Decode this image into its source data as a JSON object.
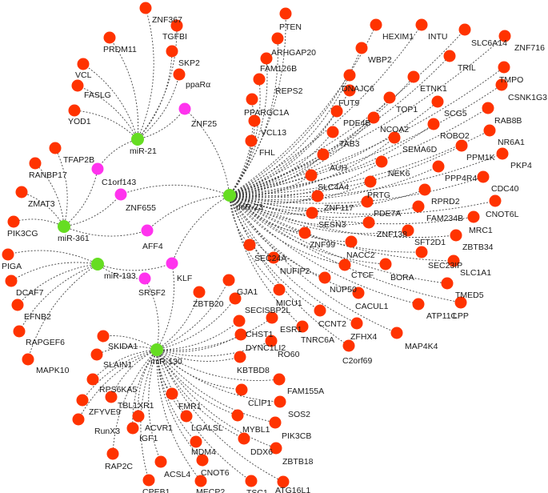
{
  "colors": {
    "mirna": "#66dd22",
    "target": "#ff3300",
    "shared": "#ff33ee",
    "edge": "#444444"
  },
  "mirnas": [
    {
      "id": "m21",
      "label": "miR-21"
    },
    {
      "id": "m23",
      "label": "miR-23"
    },
    {
      "id": "m361",
      "label": "miR-361"
    },
    {
      "id": "m193",
      "label": "miR-193"
    },
    {
      "id": "m130",
      "label": "miR-130"
    }
  ],
  "nodes": [
    {
      "label": "ZNF367",
      "type": "target",
      "mir": [
        "m21"
      ]
    },
    {
      "label": "TGFBI",
      "type": "target",
      "mir": [
        "m21"
      ]
    },
    {
      "label": "PRDM11",
      "type": "target",
      "mir": [
        "m21"
      ]
    },
    {
      "label": "SKP2",
      "type": "target",
      "mir": [
        "m21"
      ]
    },
    {
      "label": "VCL",
      "type": "target",
      "mir": [
        "m21"
      ]
    },
    {
      "label": "ppaRα",
      "type": "target",
      "mir": [
        "m21"
      ]
    },
    {
      "label": "FASLG",
      "type": "target",
      "mir": [
        "m21"
      ]
    },
    {
      "label": "YOD1",
      "type": "target",
      "mir": [
        "m21"
      ]
    },
    {
      "label": "ZNF25",
      "type": "shared",
      "mir": [
        "m21",
        "m23"
      ]
    },
    {
      "label": "TFAP2B",
      "type": "target",
      "mir": [
        "m361"
      ]
    },
    {
      "label": "RANBP17",
      "type": "target",
      "mir": [
        "m361"
      ]
    },
    {
      "label": "C1orf143",
      "type": "shared",
      "mir": [
        "m361",
        "m21"
      ]
    },
    {
      "label": "ZMAT3",
      "type": "target",
      "mir": [
        "m361"
      ]
    },
    {
      "label": "ZNF655",
      "type": "shared",
      "mir": [
        "m361",
        "m23"
      ]
    },
    {
      "label": "PIK3CG",
      "type": "target",
      "mir": [
        "m361"
      ]
    },
    {
      "label": "AFF4",
      "type": "shared",
      "mir": [
        "m361",
        "m23"
      ]
    },
    {
      "label": "PIGA",
      "type": "target",
      "mir": [
        "m193"
      ]
    },
    {
      "label": "KLF",
      "type": "shared",
      "mir": [
        "m193",
        "m23",
        "m130"
      ]
    },
    {
      "label": "DCAF7",
      "type": "target",
      "mir": [
        "m193"
      ]
    },
    {
      "label": "SRSF2",
      "type": "shared",
      "mir": [
        "m193",
        "m130"
      ]
    },
    {
      "label": "EFNB2",
      "type": "target",
      "mir": [
        "m193"
      ]
    },
    {
      "label": "RAPGEF6",
      "type": "target",
      "mir": [
        "m193"
      ]
    },
    {
      "label": "MAPK10",
      "type": "target",
      "mir": [
        "m193"
      ]
    },
    {
      "label": "PTEN",
      "type": "target",
      "mir": [
        "m23"
      ]
    },
    {
      "label": "ARHGAP20",
      "type": "target",
      "mir": [
        "m23"
      ]
    },
    {
      "label": "FAM126B",
      "type": "target",
      "mir": [
        "m23"
      ]
    },
    {
      "label": "HEXIM1",
      "type": "target",
      "mir": [
        "m23"
      ]
    },
    {
      "label": "INTU",
      "type": "target",
      "mir": [
        "m23"
      ]
    },
    {
      "label": "SLC6A14",
      "type": "target",
      "mir": [
        "m23"
      ]
    },
    {
      "label": "ZNF716",
      "type": "target",
      "mir": [
        "m23"
      ]
    },
    {
      "label": "WBP2",
      "type": "target",
      "mir": [
        "m23"
      ]
    },
    {
      "label": "TRIL",
      "type": "target",
      "mir": [
        "m23"
      ]
    },
    {
      "label": "TMPO",
      "type": "target",
      "mir": [
        "m23"
      ]
    },
    {
      "label": "REPS2",
      "type": "target",
      "mir": [
        "m23"
      ]
    },
    {
      "label": "ETNK1",
      "type": "target",
      "mir": [
        "m23"
      ]
    },
    {
      "label": "DNAJC6",
      "type": "target",
      "mir": [
        "m23"
      ]
    },
    {
      "label": "CSNK1G3",
      "type": "target",
      "mir": [
        "m23"
      ]
    },
    {
      "label": "PPARGC1A",
      "type": "target",
      "mir": [
        "m23"
      ]
    },
    {
      "label": "TOP1",
      "type": "target",
      "mir": [
        "m23"
      ]
    },
    {
      "label": "SCG5",
      "type": "target",
      "mir": [
        "m23"
      ]
    },
    {
      "label": "RAB8B",
      "type": "target",
      "mir": [
        "m23"
      ]
    },
    {
      "label": "FUT9",
      "type": "target",
      "mir": [
        "m23"
      ]
    },
    {
      "label": "NCOA2",
      "type": "target",
      "mir": [
        "m23"
      ]
    },
    {
      "label": "ROBO2",
      "type": "target",
      "mir": [
        "m23"
      ]
    },
    {
      "label": "VCL13",
      "type": "target",
      "mir": [
        "m23"
      ]
    },
    {
      "label": "PDE4B",
      "type": "target",
      "mir": [
        "m23"
      ]
    },
    {
      "label": "NR6A1",
      "type": "target",
      "mir": [
        "m23"
      ]
    },
    {
      "label": "SEMA6D",
      "type": "target",
      "mir": [
        "m23"
      ]
    },
    {
      "label": "PPM1K",
      "type": "target",
      "mir": [
        "m23"
      ]
    },
    {
      "label": "FHL",
      "type": "target",
      "mir": [
        "m23"
      ]
    },
    {
      "label": "TAB3",
      "type": "target",
      "mir": [
        "m23"
      ]
    },
    {
      "label": "PKP4",
      "type": "target",
      "mir": [
        "m23"
      ]
    },
    {
      "label": "NEK6",
      "type": "target",
      "mir": [
        "m23"
      ]
    },
    {
      "label": "PPP4R4",
      "type": "target",
      "mir": [
        "m23"
      ]
    },
    {
      "label": "AUH",
      "type": "target",
      "mir": [
        "m23"
      ]
    },
    {
      "label": "CDC40",
      "type": "target",
      "mir": [
        "m23"
      ]
    },
    {
      "label": "PRTG",
      "type": "target",
      "mir": [
        "m23"
      ]
    },
    {
      "label": "RPRD2",
      "type": "target",
      "mir": [
        "m23"
      ]
    },
    {
      "label": "SLC4A4",
      "type": "target",
      "mir": [
        "m23"
      ]
    },
    {
      "label": "CNOT6L",
      "type": "target",
      "mir": [
        "m23"
      ]
    },
    {
      "label": "FAM234B",
      "type": "target",
      "mir": [
        "m23"
      ]
    },
    {
      "label": "ZNF117",
      "type": "target",
      "mir": [
        "m23"
      ]
    },
    {
      "label": "PDE7A",
      "type": "target",
      "mir": [
        "m23"
      ]
    },
    {
      "label": "MRC1",
      "type": "target",
      "mir": [
        "m23"
      ]
    },
    {
      "label": "ZNF138",
      "type": "target",
      "mir": [
        "m23"
      ]
    },
    {
      "label": "SFT2D1",
      "type": "target",
      "mir": [
        "m23"
      ]
    },
    {
      "label": "ZBTB34",
      "type": "target",
      "mir": [
        "m23"
      ]
    },
    {
      "label": "SESN3",
      "type": "target",
      "mir": [
        "m23"
      ]
    },
    {
      "label": "NACC2",
      "type": "target",
      "mir": [
        "m23"
      ]
    },
    {
      "label": "SEC23IP",
      "type": "target",
      "mir": [
        "m23"
      ]
    },
    {
      "label": "SLC1A1",
      "type": "target",
      "mir": [
        "m23"
      ]
    },
    {
      "label": "ZNF99",
      "type": "target",
      "mir": [
        "m23"
      ]
    },
    {
      "label": "BORA",
      "type": "target",
      "mir": [
        "m23"
      ]
    },
    {
      "label": "TMED5",
      "type": "target",
      "mir": [
        "m23"
      ]
    },
    {
      "label": "SEC24A",
      "type": "target",
      "mir": [
        "m23"
      ]
    },
    {
      "label": "CTCF",
      "type": "target",
      "mir": [
        "m23"
      ]
    },
    {
      "label": "LPP",
      "type": "target",
      "mir": [
        "m23"
      ]
    },
    {
      "label": "NUFIP2",
      "type": "target",
      "mir": [
        "m23"
      ]
    },
    {
      "label": "NUP50",
      "type": "target",
      "mir": [
        "m23"
      ]
    },
    {
      "label": "CACUL1",
      "type": "target",
      "mir": [
        "m23"
      ]
    },
    {
      "label": "ATP11C",
      "type": "target",
      "mir": [
        "m23"
      ]
    },
    {
      "label": "MICU1",
      "type": "target",
      "mir": [
        "m23"
      ]
    },
    {
      "label": "CCNT2",
      "type": "target",
      "mir": [
        "m23"
      ]
    },
    {
      "label": "ZFHX4",
      "type": "target",
      "mir": [
        "m23"
      ]
    },
    {
      "label": "MAP4K4",
      "type": "target",
      "mir": [
        "m23"
      ]
    },
    {
      "label": "TNRC6A",
      "type": "target",
      "mir": [
        "m23"
      ]
    },
    {
      "label": "C2orf69",
      "type": "target",
      "mir": [
        "m23"
      ]
    },
    {
      "label": "GJA1",
      "type": "target",
      "mir": [
        "m130"
      ]
    },
    {
      "label": "ZBTB20",
      "type": "target",
      "mir": [
        "m130"
      ]
    },
    {
      "label": "SECISBP2L",
      "type": "target",
      "mir": [
        "m130"
      ]
    },
    {
      "label": "SKIDA1",
      "type": "target",
      "mir": [
        "m130"
      ]
    },
    {
      "label": "CHST1",
      "type": "target",
      "mir": [
        "m130"
      ]
    },
    {
      "label": "ESR1",
      "type": "target",
      "mir": [
        "m130"
      ]
    },
    {
      "label": "SLAIN1",
      "type": "target",
      "mir": [
        "m130"
      ]
    },
    {
      "label": "DYNC1LI2",
      "type": "target",
      "mir": [
        "m130"
      ]
    },
    {
      "label": "RO60",
      "type": "target",
      "mir": [
        "m130"
      ]
    },
    {
      "label": "RPS6KA5",
      "type": "target",
      "mir": [
        "m130"
      ]
    },
    {
      "label": "KBTBD8",
      "type": "target",
      "mir": [
        "m130"
      ]
    },
    {
      "label": "ZFYVE9",
      "type": "target",
      "mir": [
        "m130"
      ]
    },
    {
      "label": "TBL1XR1",
      "type": "target",
      "mir": [
        "m130"
      ]
    },
    {
      "label": "FMR1",
      "type": "target",
      "mir": [
        "m130"
      ]
    },
    {
      "label": "FAM155A",
      "type": "target",
      "mir": [
        "m130"
      ]
    },
    {
      "label": "ACVR1",
      "type": "target",
      "mir": [
        "m130"
      ]
    },
    {
      "label": "CLIP1",
      "type": "target",
      "mir": [
        "m130"
      ]
    },
    {
      "label": "RunX3",
      "type": "target",
      "mir": [
        "m130"
      ]
    },
    {
      "label": "IGF1",
      "type": "target",
      "mir": [
        "m130"
      ]
    },
    {
      "label": "LGALSL",
      "type": "target",
      "mir": [
        "m130"
      ]
    },
    {
      "label": "SOS2",
      "type": "target",
      "mir": [
        "m130"
      ]
    },
    {
      "label": "MYBL1",
      "type": "target",
      "mir": [
        "m130"
      ]
    },
    {
      "label": "RAP2C",
      "type": "target",
      "mir": [
        "m130"
      ]
    },
    {
      "label": "MDM4",
      "type": "target",
      "mir": [
        "m130"
      ]
    },
    {
      "label": "PIK3CB",
      "type": "target",
      "mir": [
        "m130"
      ]
    },
    {
      "label": "ACSL4",
      "type": "target",
      "mir": [
        "m130"
      ]
    },
    {
      "label": "DDX6",
      "type": "target",
      "mir": [
        "m130"
      ]
    },
    {
      "label": "ZBTB18",
      "type": "target",
      "mir": [
        "m130"
      ]
    },
    {
      "label": "CNOT6",
      "type": "target",
      "mir": [
        "m130"
      ]
    },
    {
      "label": "CPEB1",
      "type": "target",
      "mir": [
        "m130"
      ]
    },
    {
      "label": "MECP2",
      "type": "target",
      "mir": [
        "m130"
      ]
    },
    {
      "label": "TSC1",
      "type": "target",
      "mir": [
        "m130"
      ]
    },
    {
      "label": "ATG16L1",
      "type": "target",
      "mir": [
        "m130"
      ]
    }
  ]
}
